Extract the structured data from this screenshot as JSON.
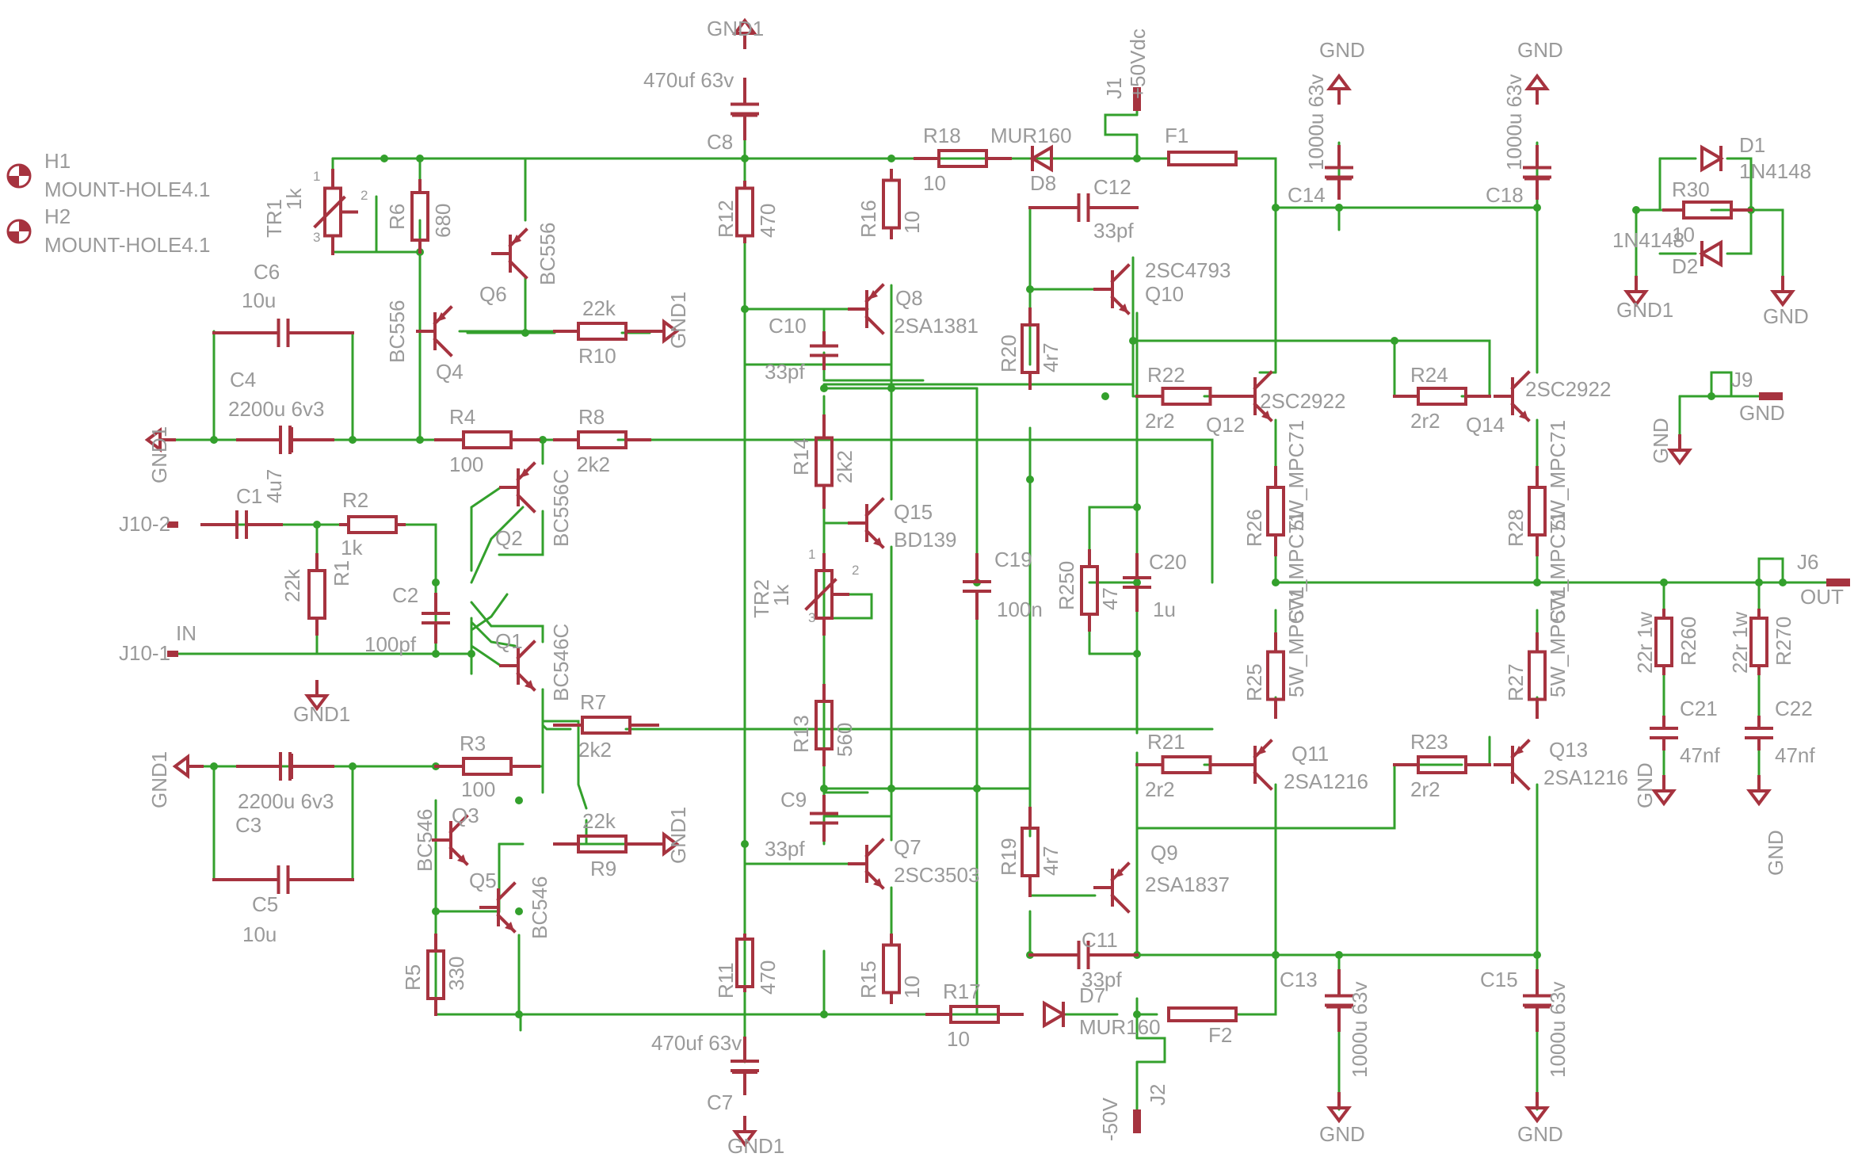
{
  "components": [
    {
      "id": "H1",
      "value": "MOUNT-HOLE4.1"
    },
    {
      "id": "H2",
      "value": "MOUNT-HOLE4.1"
    },
    {
      "id": "TR1",
      "value": "1k",
      "pins": [
        "1",
        "2",
        "3"
      ]
    },
    {
      "id": "TR2",
      "value": "1k",
      "pins": [
        "1",
        "2",
        "3"
      ]
    },
    {
      "id": "R1",
      "value": "22k"
    },
    {
      "id": "R2",
      "value": "1k"
    },
    {
      "id": "R3",
      "value": "100"
    },
    {
      "id": "R4",
      "value": "100"
    },
    {
      "id": "R5",
      "value": "330"
    },
    {
      "id": "R6",
      "value": "680"
    },
    {
      "id": "R7",
      "value": "2k2"
    },
    {
      "id": "R8",
      "value": "2k2"
    },
    {
      "id": "R9",
      "value": "22k"
    },
    {
      "id": "R10",
      "value": "22k"
    },
    {
      "id": "R11",
      "value": "470"
    },
    {
      "id": "R12",
      "value": "470"
    },
    {
      "id": "R13",
      "value": "560"
    },
    {
      "id": "R14",
      "value": "2k2"
    },
    {
      "id": "R15",
      "value": "10"
    },
    {
      "id": "R16",
      "value": "10"
    },
    {
      "id": "R17",
      "value": "10"
    },
    {
      "id": "R18",
      "value": "10"
    },
    {
      "id": "R19",
      "value": "4r7"
    },
    {
      "id": "R20",
      "value": "4r7"
    },
    {
      "id": "R21",
      "value": "2r2"
    },
    {
      "id": "R22",
      "value": "2r2"
    },
    {
      "id": "R23",
      "value": "2r2"
    },
    {
      "id": "R24",
      "value": "2r2"
    },
    {
      "id": "R25",
      "value": "5W_MPC71"
    },
    {
      "id": "R26",
      "value": "5W_MPC71"
    },
    {
      "id": "R27",
      "value": "5W_MPC71"
    },
    {
      "id": "R28",
      "value": "5W_MPC71"
    },
    {
      "id": "R30",
      "value": "10"
    },
    {
      "id": "R250",
      "value": "47"
    },
    {
      "id": "R260",
      "value": "22r 1w"
    },
    {
      "id": "R270",
      "value": "22r 1w"
    },
    {
      "id": "C1",
      "value": "4u7"
    },
    {
      "id": "C2",
      "value": "100pf"
    },
    {
      "id": "C3",
      "value": "2200u 6v3"
    },
    {
      "id": "C4",
      "value": "2200u 6v3"
    },
    {
      "id": "C5",
      "value": "10u"
    },
    {
      "id": "C6",
      "value": "10u"
    },
    {
      "id": "C7",
      "value": "470uf 63v"
    },
    {
      "id": "C8",
      "value": "470uf 63v"
    },
    {
      "id": "C9",
      "value": "33pf"
    },
    {
      "id": "C10",
      "value": "33pf"
    },
    {
      "id": "C11",
      "value": "33pf"
    },
    {
      "id": "C12",
      "value": "33pf"
    },
    {
      "id": "C13",
      "value": "1000u 63v"
    },
    {
      "id": "C14",
      "value": "1000u 63v"
    },
    {
      "id": "C15",
      "value": "1000u 63v"
    },
    {
      "id": "C18",
      "value": "1000u 63v"
    },
    {
      "id": "C19",
      "value": "100n"
    },
    {
      "id": "C20",
      "value": "1u"
    },
    {
      "id": "C21",
      "value": "47nf"
    },
    {
      "id": "C22",
      "value": "47nf"
    },
    {
      "id": "Q1",
      "value": "BC546C"
    },
    {
      "id": "Q2",
      "value": "BC556C"
    },
    {
      "id": "Q3",
      "value": "BC546"
    },
    {
      "id": "Q4",
      "value": "BC556"
    },
    {
      "id": "Q5",
      "value": "BC546"
    },
    {
      "id": "Q6",
      "value": "BC556"
    },
    {
      "id": "Q7",
      "value": "2SC3503"
    },
    {
      "id": "Q8",
      "value": "2SA1381"
    },
    {
      "id": "Q9",
      "value": "2SA1837"
    },
    {
      "id": "Q10",
      "value": "2SC4793"
    },
    {
      "id": "Q11",
      "value": "2SA1216"
    },
    {
      "id": "Q12",
      "value": "2SC2922"
    },
    {
      "id": "Q13",
      "value": "2SA1216"
    },
    {
      "id": "Q14",
      "value": "2SC2922"
    },
    {
      "id": "Q15",
      "value": "BD139"
    },
    {
      "id": "D1",
      "value": "1N4148"
    },
    {
      "id": "D2",
      "value": "1N4148"
    },
    {
      "id": "D7",
      "value": "MUR160"
    },
    {
      "id": "D8",
      "value": "MUR160"
    },
    {
      "id": "F1",
      "value": ""
    },
    {
      "id": "F2",
      "value": ""
    },
    {
      "id": "J1",
      "value": "+50Vdc"
    },
    {
      "id": "J2",
      "value": "-50V"
    },
    {
      "id": "J6",
      "value": "OUT"
    },
    {
      "id": "J9",
      "value": "GND"
    },
    {
      "id": "J10-1",
      "value": "IN"
    },
    {
      "id": "J10-2",
      "value": ""
    }
  ],
  "net_labels": {
    "gnd": "GND",
    "gnd1": "GND1"
  },
  "colors": {
    "wire": "#33a02c",
    "symbol": "#a6333f",
    "text": "#9a9a9a",
    "background": "#ffffff"
  }
}
